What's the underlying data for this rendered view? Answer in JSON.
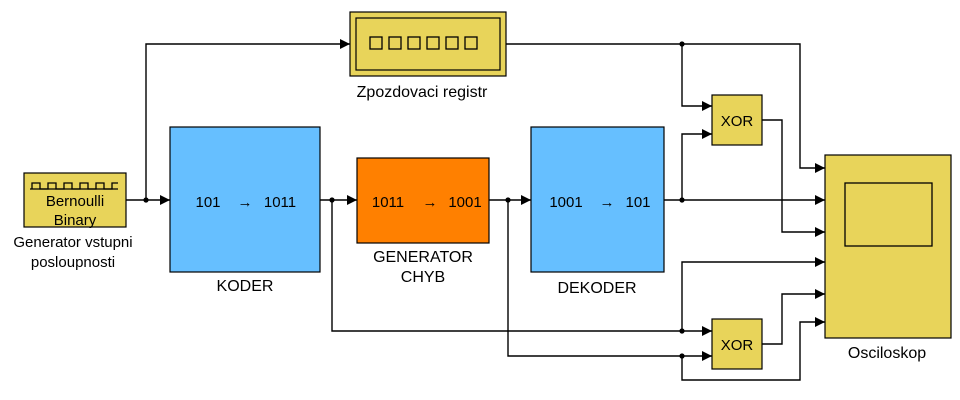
{
  "blocks": {
    "bernoulli": {
      "title_line1": "Bernoulli",
      "title_line2": "Binary",
      "caption_line1": "Generator vstupni",
      "caption_line2": "posloupnosti",
      "color": "#e8d45a"
    },
    "koder": {
      "inner_left": "101",
      "arrow": "→",
      "inner_right": "1011",
      "caption": "KODER",
      "color": "#66bfff"
    },
    "generator_chyb": {
      "inner_left": "1011",
      "arrow": "→",
      "inner_right": "1001",
      "caption_line1": "GENERATOR",
      "caption_line2": "CHYB",
      "color": "#ff8000"
    },
    "dekoder": {
      "inner_left": "1001",
      "arrow": "→",
      "inner_right": "101",
      "caption": "DEKODER",
      "color": "#66bfff"
    },
    "delay_register": {
      "caption": "Zpozdovaci registr",
      "cells": 6,
      "color": "#e8d45a"
    },
    "xor_top": {
      "label": "XOR",
      "color": "#e8d45a"
    },
    "xor_bottom": {
      "label": "XOR",
      "color": "#e8d45a"
    },
    "oscilloscope": {
      "caption": "Osciloskop",
      "color": "#e8d45a"
    }
  }
}
